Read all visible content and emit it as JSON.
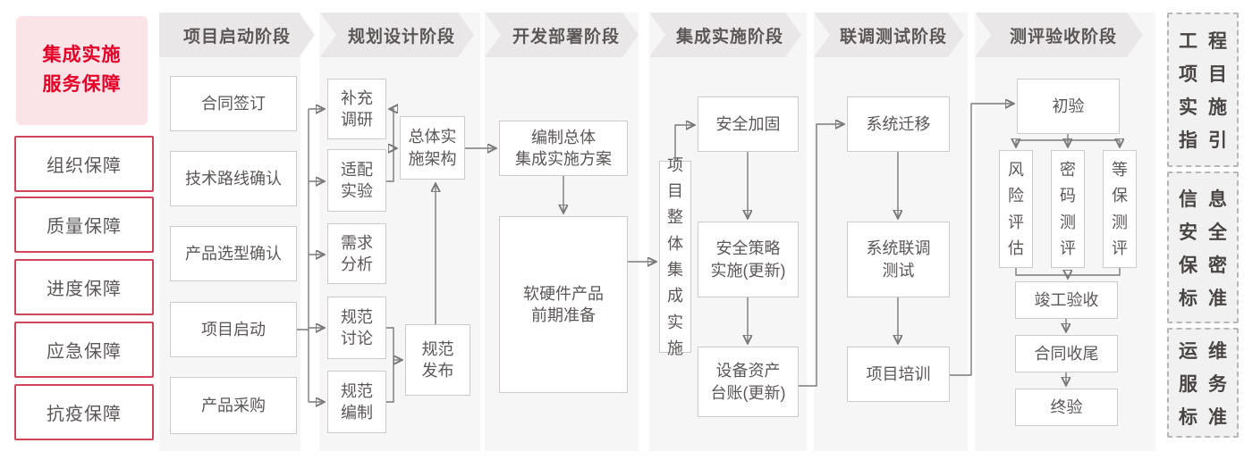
{
  "colors": {
    "accent_red": "#e60027",
    "sidebar_border_red": "#d0455a",
    "pink_bg": "#fbe4e8",
    "band_gray": "#e9e7e7",
    "panel_gray": "#f7f6f6",
    "box_border": "#cccaca",
    "text_gray": "#5b5757",
    "line_gray": "#7a7a7a"
  },
  "sidebar": {
    "title": "集成实施\n服务保障",
    "items": [
      "组织保障",
      "质量保障",
      "进度保障",
      "应急保障",
      "抗疫保障"
    ]
  },
  "phases": [
    "项目启动阶段",
    "规划设计阶段",
    "开发部署阶段",
    "集成实施阶段",
    "联调测试阶段",
    "测评验收阶段"
  ],
  "columns": [
    {
      "boxes": [
        "合同签订",
        "技术路线确认",
        "产品选型确认",
        "项目启动",
        "产品采购"
      ]
    },
    {
      "boxes": [
        "补充\n调研",
        "适配\n实验",
        "需求\n分析",
        "规范\n讨论",
        "规范\n编制",
        "总体实\n施架构",
        "规范\n发布"
      ]
    },
    {
      "boxes": [
        "编制总体\n集成实施方案",
        "软硬件产品\n前期准备"
      ]
    },
    {
      "boxes": [
        "项目整体集成实施",
        "安全加固",
        "安全策略\n实施(更新)",
        "设备资产\n台账(更新)"
      ]
    },
    {
      "boxes": [
        "系统迁移",
        "系统联调\n测试",
        "项目培训"
      ]
    },
    {
      "boxes": [
        "初验",
        "风险评估",
        "密码测评",
        "等保测评",
        "竣工验收",
        "合同收尾",
        "终验"
      ]
    }
  ],
  "standards": [
    "工程项目实施指引",
    "信息安全保密标准",
    "运维服务标准"
  ]
}
